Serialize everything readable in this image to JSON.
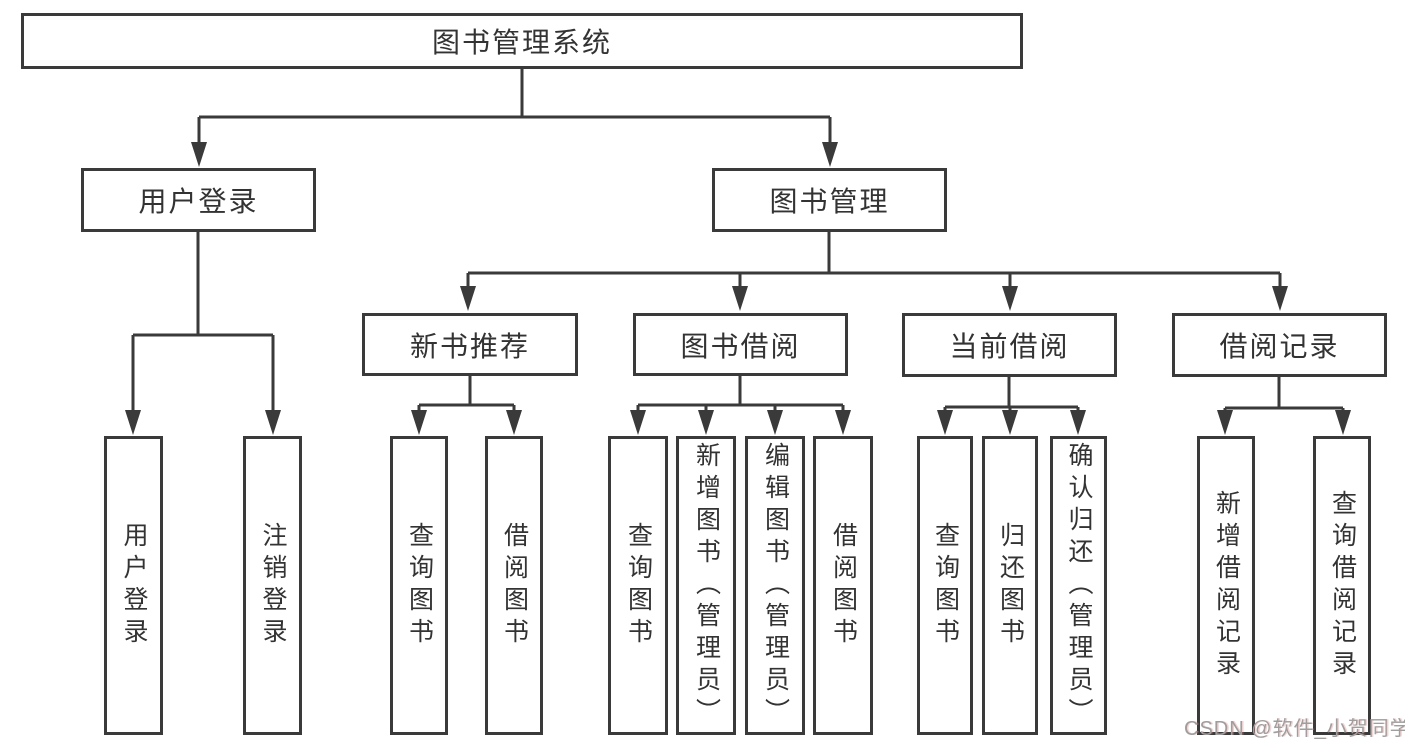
{
  "colors": {
    "line": "#3a3a3a",
    "box_border": "#3a3a3a",
    "text": "#333333",
    "background": "#ffffff",
    "watermark": "#9e9e9e"
  },
  "tree": {
    "label": "图书管理系统",
    "children": [
      {
        "label": "用户登录",
        "children": [
          {
            "label": "用户登录"
          },
          {
            "label": "注销登录"
          }
        ]
      },
      {
        "label": "图书管理",
        "children": [
          {
            "label": "新书推荐",
            "children": [
              {
                "label": "查询图书"
              },
              {
                "label": "借阅图书"
              }
            ]
          },
          {
            "label": "图书借阅",
            "children": [
              {
                "label": "查询图书"
              },
              {
                "label": "新增图书（管理员）"
              },
              {
                "label": "编辑图书（管理员）"
              },
              {
                "label": "借阅图书"
              }
            ]
          },
          {
            "label": "当前借阅",
            "children": [
              {
                "label": "查询图书"
              },
              {
                "label": "归还图书"
              },
              {
                "label": "确认归还（管理员）"
              }
            ]
          },
          {
            "label": "借阅记录",
            "children": [
              {
                "label": "新增借阅记录"
              },
              {
                "label": "查询借阅记录"
              }
            ]
          }
        ]
      }
    ]
  },
  "watermark": {
    "text": "CSDN @软件_小贺同学"
  }
}
